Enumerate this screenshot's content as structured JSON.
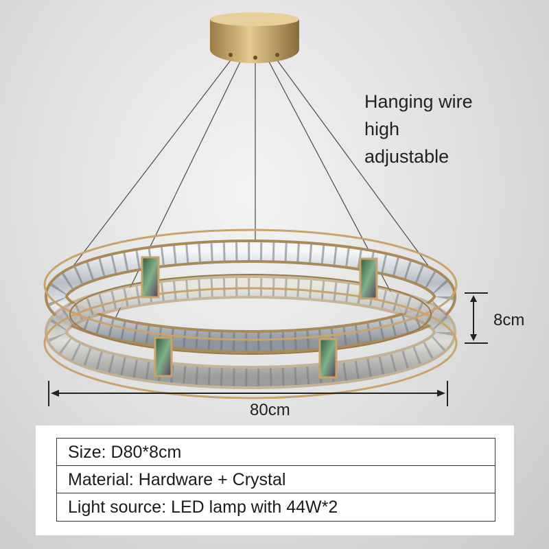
{
  "annotation": {
    "lines": [
      "Hanging wire",
      "high",
      "adjustable"
    ]
  },
  "dimensions": {
    "height_label": "8cm",
    "width_label": "80cm"
  },
  "specs": [
    {
      "text": "Size: D80*8cm"
    },
    {
      "text": "Material: Hardware + Crystal"
    },
    {
      "text": "Light source: LED lamp with 44W*2"
    }
  ],
  "colors": {
    "metal_gold": "#c9a36a",
    "crystal": "#d7dbe0",
    "accent_green": "#3e7d5a",
    "line": "#222222"
  }
}
